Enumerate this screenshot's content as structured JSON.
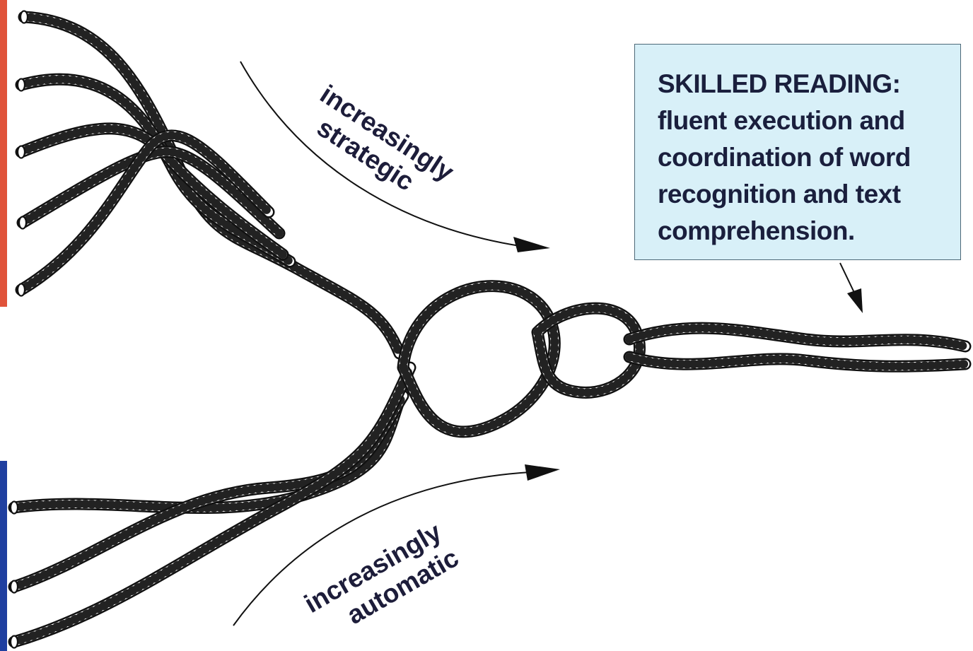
{
  "labels": {
    "strategic_line1": "increasingly",
    "strategic_line2": "strategic",
    "automatic_line1": "increasingly",
    "automatic_line2": "automatic"
  },
  "skilled_box": {
    "lines": [
      "SKILLED READING:",
      "fluent execution and",
      "coordination of word",
      "recognition and text",
      "comprehension."
    ]
  },
  "colors": {
    "top_edge_bar": "#e0533a",
    "bottom_edge_bar": "#1f3fa0",
    "box_fill": "#d8f0f8",
    "box_border": "#4d6877",
    "text": "#1d1d3a"
  },
  "icons": [
    "arrow-down-icon",
    "curved-arrow-icon"
  ]
}
